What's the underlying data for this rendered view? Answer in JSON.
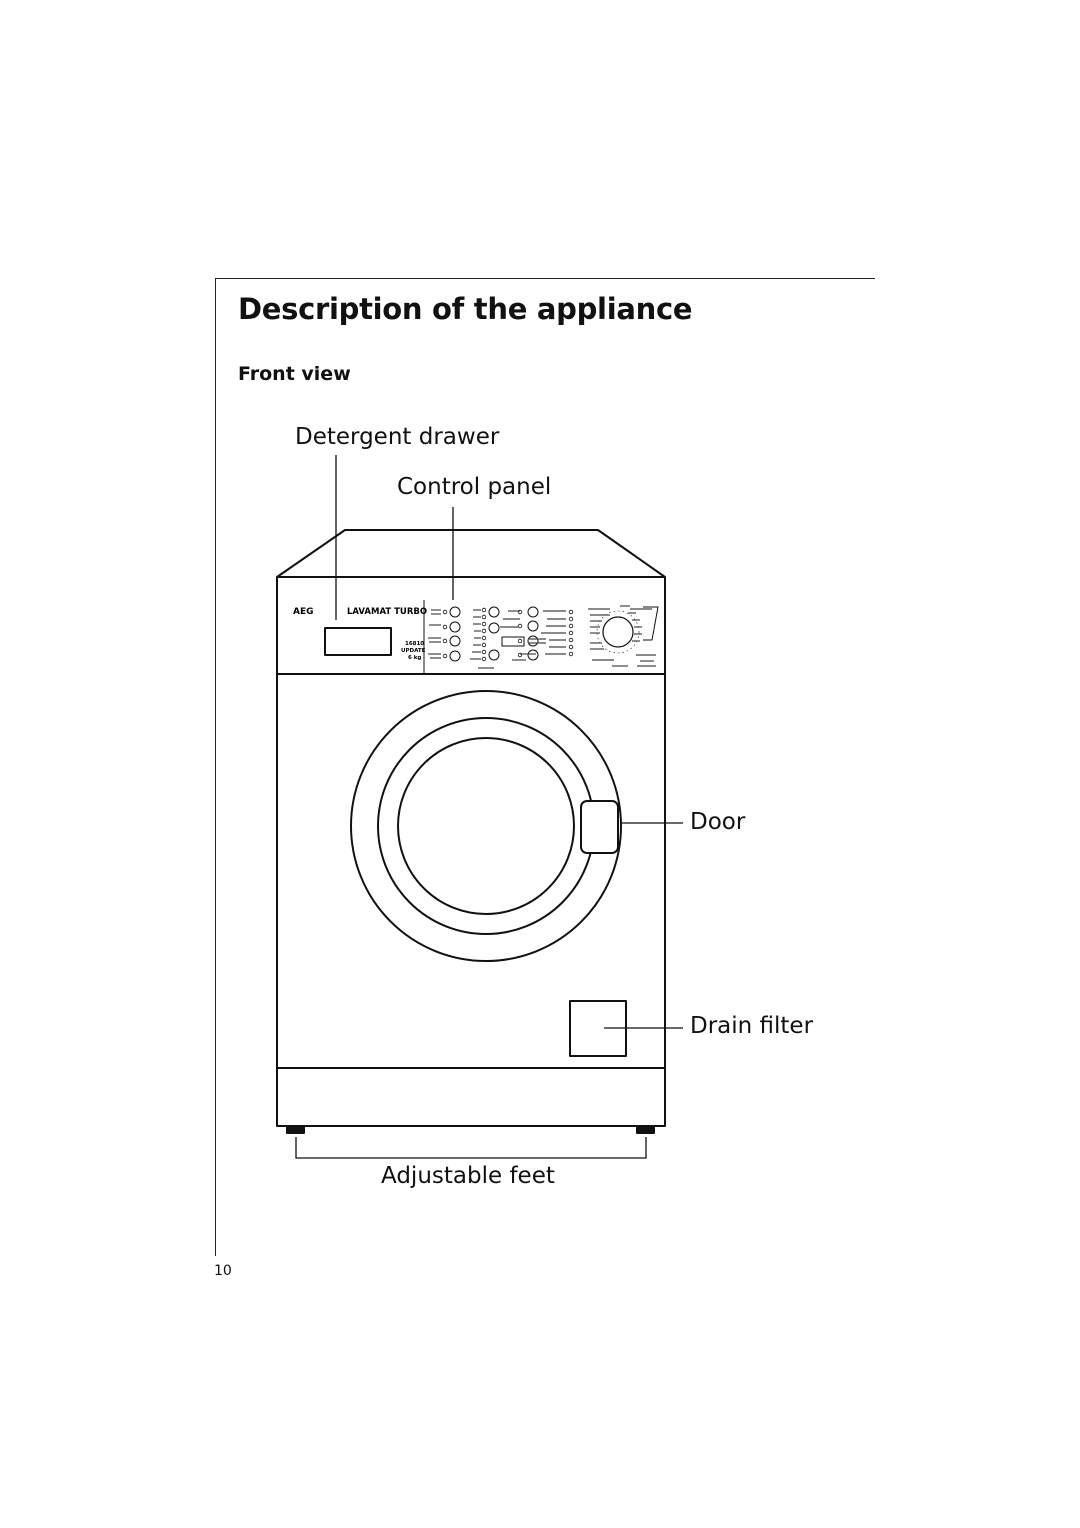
{
  "heading": {
    "title": "Description of the appliance",
    "subtitle": "Front view"
  },
  "callouts": {
    "detergent_drawer": "Detergent drawer",
    "control_panel": "Control panel",
    "door": "Door",
    "drain_filter": "Drain filter",
    "adjustable_feet": "Adjustable feet"
  },
  "machine_markings": {
    "brand": "AEG",
    "model": "LAVAMAT TURBO",
    "model_number": "16810",
    "variant": "UPDATE",
    "capacity": "6 kg"
  },
  "page_number": "10"
}
